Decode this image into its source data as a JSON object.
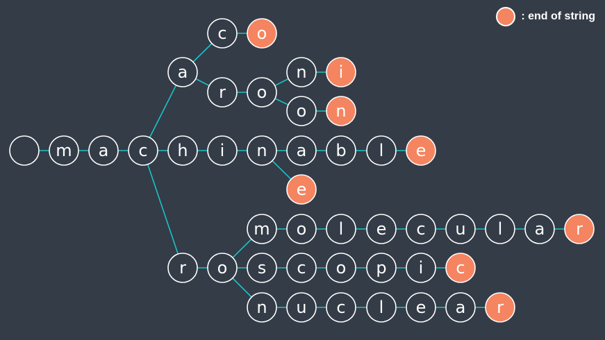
{
  "legend": {
    "label": ": end of string"
  },
  "colors": {
    "background": "#343c47",
    "node_fill": "#343c47",
    "node_stroke": "#ffffff",
    "end_fill": "#f58460",
    "edge": "#19c3c8",
    "text": "#ffffff"
  },
  "nodes": [
    {
      "id": "root",
      "char": ""
    },
    {
      "id": "m",
      "char": "m"
    },
    {
      "id": "ma",
      "char": "a"
    },
    {
      "id": "mac",
      "char": "c"
    },
    {
      "id": "mach",
      "char": "h"
    },
    {
      "id": "machi",
      "char": "i"
    },
    {
      "id": "machin",
      "char": "n"
    },
    {
      "id": "macha",
      "char": "a"
    },
    {
      "id": "machac",
      "char": "c"
    },
    {
      "id": "machaco",
      "char": "o",
      "end": true
    },
    {
      "id": "machar",
      "char": "r"
    },
    {
      "id": "macharo",
      "char": "o"
    },
    {
      "id": "macharon",
      "char": "n"
    },
    {
      "id": "macharoni",
      "char": "i",
      "end": true
    },
    {
      "id": "macharoo",
      "char": "o"
    },
    {
      "id": "macharoon",
      "char": "n",
      "end": true
    },
    {
      "id": "machina",
      "char": "a"
    },
    {
      "id": "machinab",
      "char": "b"
    },
    {
      "id": "machinabl",
      "char": "l"
    },
    {
      "id": "machinable",
      "char": "e",
      "end": true
    },
    {
      "id": "machine",
      "char": "e",
      "end": true
    },
    {
      "id": "macr",
      "char": "r"
    },
    {
      "id": "macro",
      "char": "o"
    },
    {
      "id": "macrom",
      "char": "m"
    },
    {
      "id": "macromo",
      "char": "o"
    },
    {
      "id": "macromol",
      "char": "l"
    },
    {
      "id": "macromole",
      "char": "e"
    },
    {
      "id": "macromolec",
      "char": "c"
    },
    {
      "id": "macromolecu",
      "char": "u"
    },
    {
      "id": "macromolecul",
      "char": "l"
    },
    {
      "id": "macromolecula",
      "char": "a"
    },
    {
      "id": "macromolecular",
      "char": "r",
      "end": true
    },
    {
      "id": "macros",
      "char": "s"
    },
    {
      "id": "macrosc",
      "char": "c"
    },
    {
      "id": "macrosco",
      "char": "o"
    },
    {
      "id": "macroscop",
      "char": "p"
    },
    {
      "id": "macroscopi",
      "char": "i"
    },
    {
      "id": "macroscopic",
      "char": "c",
      "end": true
    },
    {
      "id": "macron",
      "char": "n"
    },
    {
      "id": "macronu",
      "char": "u"
    },
    {
      "id": "macronuc",
      "char": "c"
    },
    {
      "id": "macronucl",
      "char": "l"
    },
    {
      "id": "macronucle",
      "char": "e"
    },
    {
      "id": "macronuclea",
      "char": "a"
    },
    {
      "id": "macronuclear",
      "char": "r",
      "end": true
    }
  ],
  "edges": [
    [
      "root",
      "m"
    ],
    [
      "m",
      "ma"
    ],
    [
      "ma",
      "mac"
    ],
    [
      "mac",
      "mach"
    ],
    [
      "mach",
      "machi"
    ],
    [
      "machi",
      "machin"
    ],
    [
      "mac",
      "macha"
    ],
    [
      "macha",
      "machac"
    ],
    [
      "machac",
      "machaco"
    ],
    [
      "macha",
      "machar"
    ],
    [
      "machar",
      "macharo"
    ],
    [
      "macharo",
      "macharon"
    ],
    [
      "macharon",
      "macharoni"
    ],
    [
      "macharo",
      "macharoo"
    ],
    [
      "macharoo",
      "macharoon"
    ],
    [
      "machin",
      "machina"
    ],
    [
      "machina",
      "machinab"
    ],
    [
      "machinab",
      "machinabl"
    ],
    [
      "machinabl",
      "machinable"
    ],
    [
      "machin",
      "machine"
    ],
    [
      "mac",
      "macr"
    ],
    [
      "macr",
      "macro"
    ],
    [
      "macro",
      "macrom"
    ],
    [
      "macrom",
      "macromo"
    ],
    [
      "macromo",
      "macromol"
    ],
    [
      "macromol",
      "macromole"
    ],
    [
      "macromole",
      "macromolec"
    ],
    [
      "macromolec",
      "macromolecu"
    ],
    [
      "macromolecu",
      "macromolecul"
    ],
    [
      "macromolecul",
      "macromolecula"
    ],
    [
      "macromolecula",
      "macromolecular"
    ],
    [
      "macro",
      "macros"
    ],
    [
      "macros",
      "macrosc"
    ],
    [
      "macrosc",
      "macrosco"
    ],
    [
      "macrosco",
      "macroscop"
    ],
    [
      "macroscop",
      "macroscopi"
    ],
    [
      "macroscopi",
      "macroscopic"
    ],
    [
      "macro",
      "macron"
    ],
    [
      "macron",
      "macronu"
    ],
    [
      "macronu",
      "macronuc"
    ],
    [
      "macronuc",
      "macronucl"
    ],
    [
      "macronucl",
      "macronucle"
    ],
    [
      "macronucle",
      "macronuclea"
    ],
    [
      "macronuclea",
      "macronuclear"
    ]
  ]
}
